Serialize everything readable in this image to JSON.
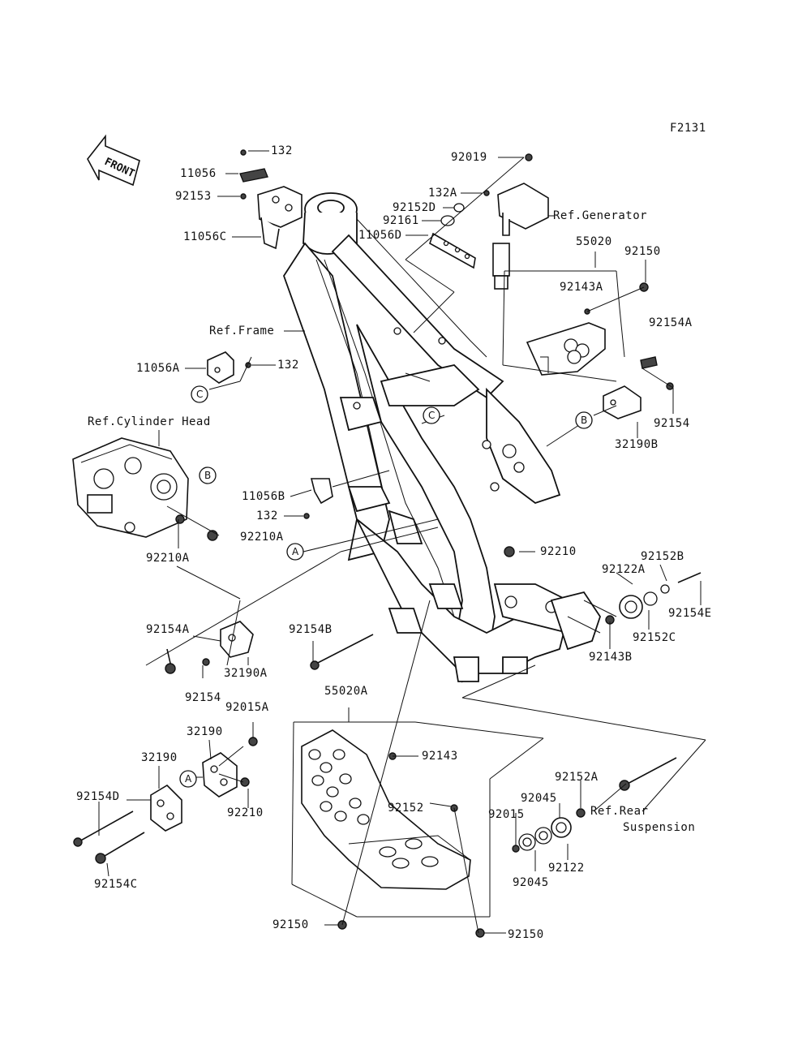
{
  "figure_code": "F2131",
  "front_label": "FRONT",
  "callouts": {
    "a": "A",
    "b": "B",
    "c": "C"
  },
  "parts": {
    "p132_top": "132",
    "p11056": "11056",
    "p92153": "92153",
    "p11056C": "11056C",
    "p92019": "92019",
    "p132A": "132A",
    "p92152D": "92152D",
    "p92161": "92161",
    "p11056D": "11056D",
    "p55020": "55020",
    "p92150_top": "92150",
    "p92143A": "92143A",
    "p92154A_right": "92154A",
    "p11056A": "11056A",
    "p132_mid": "132",
    "p92154_right": "92154",
    "p32190B": "32190B",
    "p11056B": "11056B",
    "p132_low": "132",
    "p92210A_right": "92210A",
    "p92210A_left": "92210A",
    "p92210": "92210",
    "p92152B": "92152B",
    "p92122A": "92122A",
    "p92154E": "92154E",
    "p92152C": "92152C",
    "p92143B": "92143B",
    "p92154A_left": "92154A",
    "p92154B": "92154B",
    "p32190A": "32190A",
    "p92154_left": "92154",
    "p55020A": "55020A",
    "p92015A": "92015A",
    "p32190_a": "32190",
    "p32190_b": "32190",
    "p92210_low": "92210",
    "p92154D": "92154D",
    "p92154C": "92154C",
    "p92143": "92143",
    "p92152": "92152",
    "p92152A": "92152A",
    "p92045_top": "92045",
    "p92015": "92015",
    "p92122": "92122",
    "p92045_low": "92045",
    "p92150_low_left": "92150",
    "p92150_low_right": "92150"
  },
  "references": {
    "generator": "Ref.Generator",
    "frame": "Ref.Frame",
    "cylinder_head": "Ref.Cylinder Head",
    "rear_suspension_1": "Ref.Rear",
    "rear_suspension_2": "Suspension"
  }
}
